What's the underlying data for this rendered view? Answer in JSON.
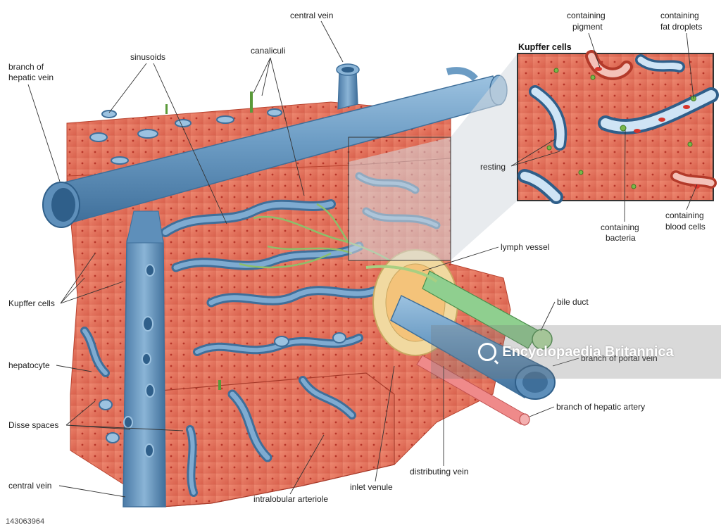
{
  "labels": {
    "central_vein_top": "central vein",
    "branch_of_hepatic_vein": [
      "branch of",
      "hepatic vein"
    ],
    "sinusoids": "sinusoids",
    "canaliculi": "canaliculi",
    "kupffer_cells_inset_title": "Kupffer cells",
    "containing_pigment": [
      "containing",
      "pigment"
    ],
    "containing_fat_droplets": [
      "containing",
      "fat droplets"
    ],
    "resting": "resting",
    "containing_bacteria": [
      "containing",
      "bacteria"
    ],
    "containing_blood_cells": [
      "containing",
      "blood cells"
    ],
    "lymph_vessel": "lymph vessel",
    "kupffer_cells_left": "Kupffer cells",
    "bile_duct": "bile duct",
    "hepatocyte": "hepatocyte",
    "branch_of_portal_vein": "branch of portal vein",
    "disse_spaces": "Disse spaces",
    "branch_of_hepatic_artery": "branch of hepatic artery",
    "central_vein_bottom": "central vein",
    "intralobular_arteriole": "intralobular arteriole",
    "inlet_venule": "inlet venule",
    "distributing_vein": "distributing vein"
  },
  "watermark": {
    "text": "Encyclopaedia Britannica",
    "stock_id": "143063964"
  },
  "colors": {
    "tissue": "#e8725e",
    "tissue_dark": "#c9503e",
    "vein": "#6c9cc4",
    "vein_dark": "#3f6f9a",
    "canaliculi": "#8dbf6a",
    "artery": "#ef8a8a",
    "bile_duct": "#8fcf8f",
    "lymph": "#a8cf82",
    "portal_ring": "#f1d9a0"
  }
}
